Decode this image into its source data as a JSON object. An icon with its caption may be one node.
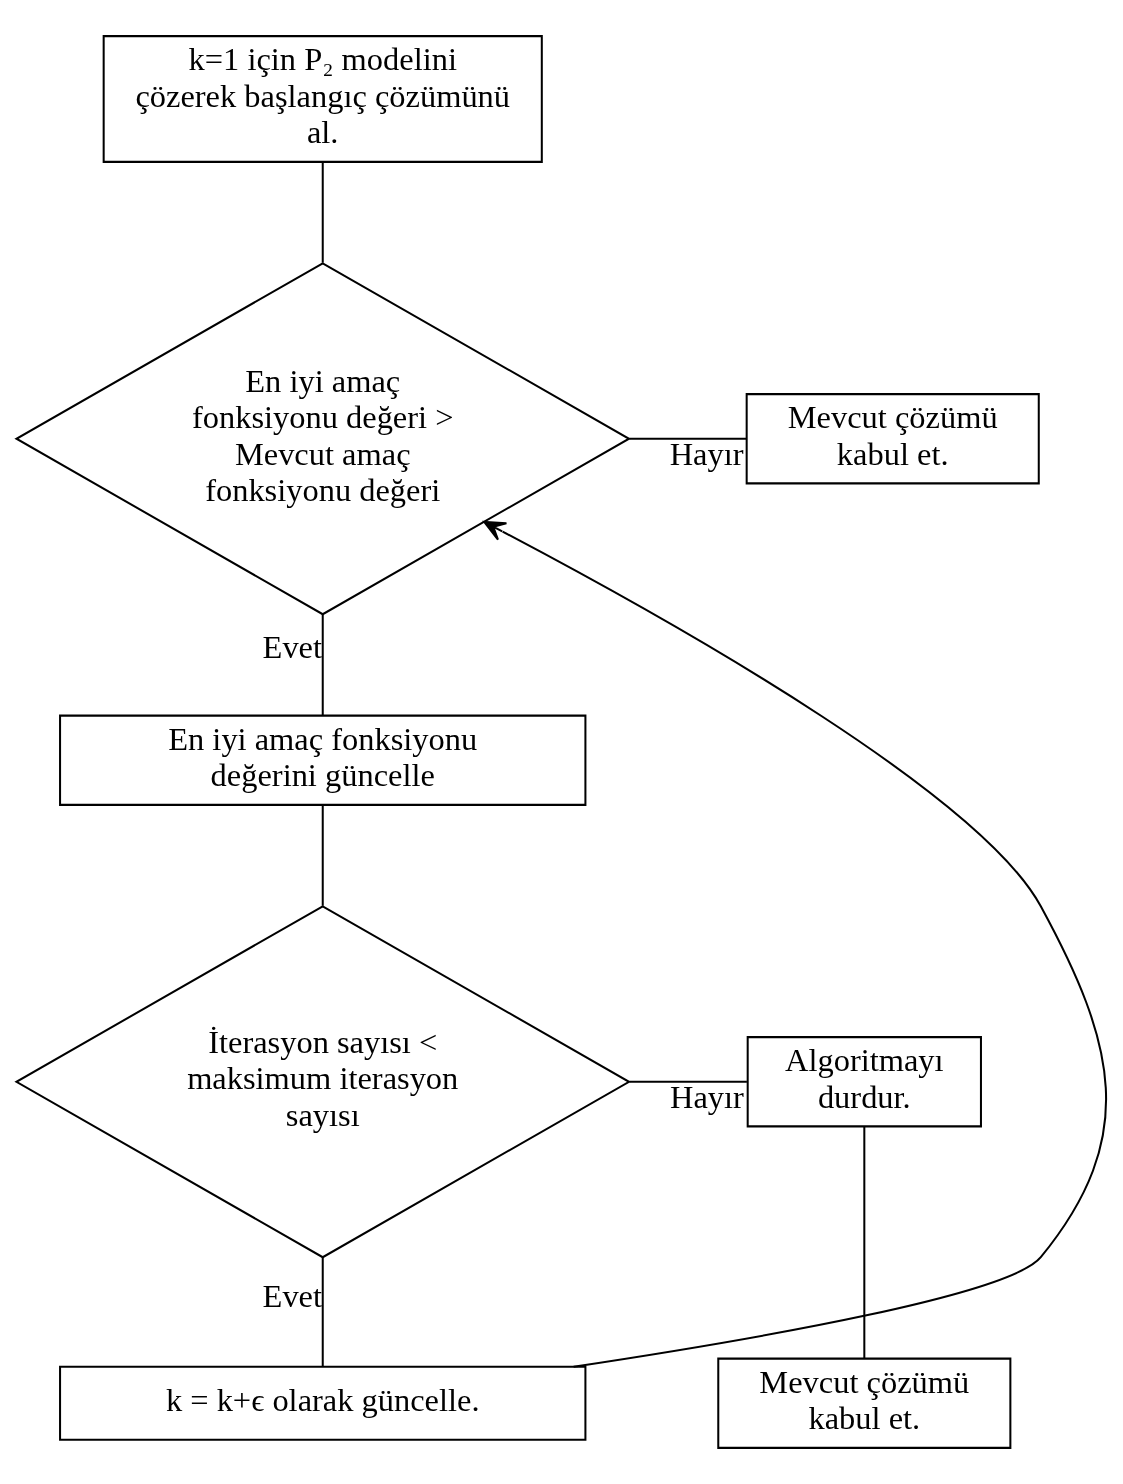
{
  "diagram": {
    "nodes": [
      {
        "text": [
          "k=1 için P₂ modelini çözerek başlangıç çözümünü al."
        ]
      },
      {
        "text": [
          "En iyi amaç fonksiyonu değeri > Mevcut amaç fonksiyonu değeri"
        ]
      },
      {
        "text": [
          "Mevcut çözümü kabul et."
        ]
      },
      {
        "text": [
          "En iyi amaç fonksiyonu değerini güncelle"
        ]
      },
      {
        "text": [
          "İterasyon sayısı < maksimum iterasyon sayısı"
        ]
      },
      {
        "text": [
          "Algoritmayı durdur."
        ]
      },
      {
        "text": [
          "Mevcut çözümü kabul et."
        ]
      },
      {
        "text": [
          "k = k+ϵ olarak güncelle."
        ]
      }
    ],
    "edges": [
      {
        "from": 0,
        "to": 1,
        "arrow": "none"
      },
      {
        "from": 1,
        "to": 2,
        "label": "Hayır",
        "arrow": "none"
      },
      {
        "from": 1,
        "to": 3,
        "label": "Evet",
        "arrow": "none"
      },
      {
        "from": 3,
        "to": 4,
        "arrow": "none"
      },
      {
        "from": 4,
        "to": 5,
        "label": "Hayır",
        "arrow": "none"
      },
      {
        "from": 5,
        "to": 6,
        "arrow": "none"
      },
      {
        "from": 4,
        "to": 7,
        "label": "Evet",
        "arrow": "none"
      },
      {
        "from": 7,
        "to": 1,
        "arrow": "to"
      }
    ]
  }
}
